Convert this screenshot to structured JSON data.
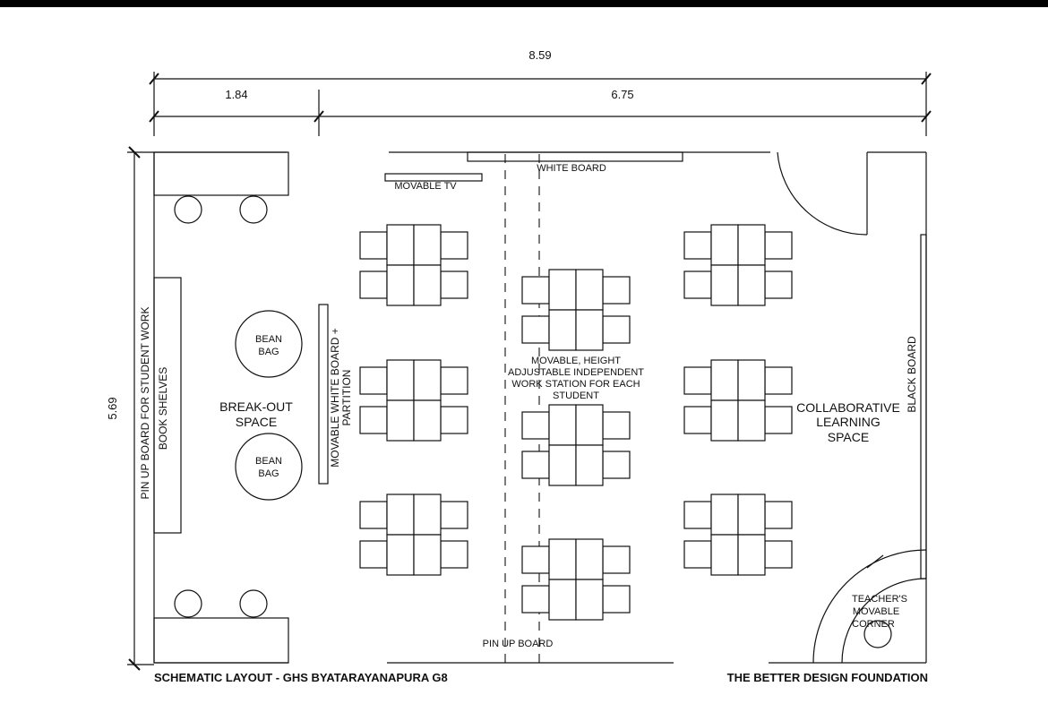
{
  "dimensions": {
    "total_width": "8.59",
    "left_width": "1.84",
    "right_width": "6.75",
    "height": "5.69"
  },
  "labels": {
    "white_board": "WHITE BOARD",
    "movable_tv": "MOVABLE TV",
    "pin_up_board": "PIN UP BOARD",
    "pin_up_board_side": "PIN UP BOARD FOR STUDENT WORK",
    "book_shelves": "BOOK SHELVES",
    "bean_bag_1": [
      "BEAN",
      "BAG"
    ],
    "bean_bag_2": [
      "BEAN",
      "BAG"
    ],
    "breakout": [
      "BREAK-OUT",
      "SPACE"
    ],
    "partition": [
      "MOVABLE WHITE BOARD +",
      "PARTITION"
    ],
    "workstation": [
      "MOVABLE, HEIGHT",
      "ADJUSTABLE INDEPENDENT",
      "WORK STATION FOR EACH",
      "STUDENT"
    ],
    "collaborative": [
      "COLLABORATIVE",
      "LEARNING",
      "SPACE"
    ],
    "black_board": "BLACK BOARD",
    "teacher": [
      "TEACHER'S",
      "MOVABLE",
      "CORNER"
    ]
  },
  "footer": {
    "left": "SCHEMATIC LAYOUT - GHS BYATARAYANAPURA G8",
    "right": "THE BETTER DESIGN FOUNDATION"
  }
}
